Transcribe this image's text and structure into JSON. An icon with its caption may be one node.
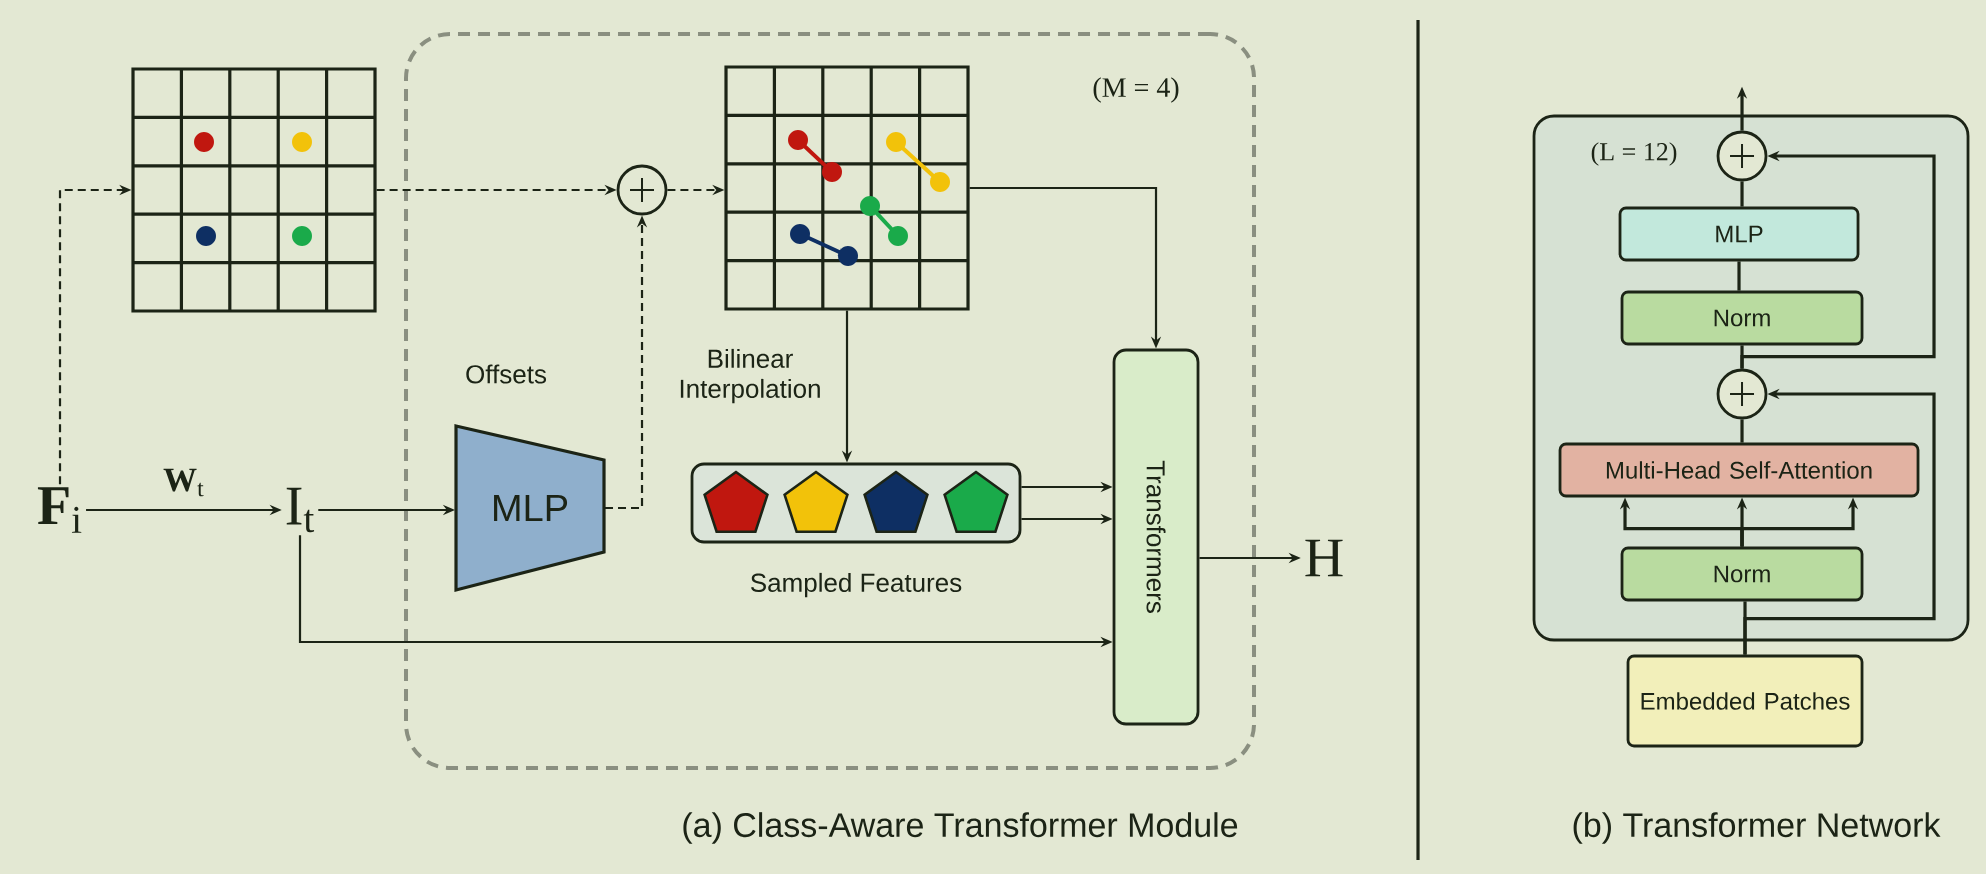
{
  "diagram": {
    "nodes": [
      {
        "text": [
          "**F**$_{i}$"
        ]
      },
      {
        "text": [],
        "shape": "grid"
      },
      {
        "text": [
          "I$_{t}$"
        ]
      },
      {
        "text": [
          "(M = 4)"
        ]
      },
      {
        "text": [],
        "shape": "circle",
        "in": 3
      },
      {
        "text": [
          "MLP"
        ],
        "in": 3
      },
      {
        "text": [],
        "shape": "grid",
        "in": 3
      },
      {
        "text": [],
        "shape": "box",
        "in": 3,
        "beside": [
          "Sampled Features"
        ]
      },
      {
        "text": [
          "Transformers"
        ],
        "in": 3
      },
      {
        "text": [
          "H"
        ]
      },
      {
        "text": [
          "(L = 12)"
        ]
      },
      {
        "text": [],
        "shape": "circle",
        "in": 10
      },
      {
        "text": [
          "MLP"
        ],
        "in": 10
      },
      {
        "text": [
          "Norm"
        ],
        "in": 10
      },
      {
        "text": [],
        "shape": "circle",
        "in": 10
      },
      {
        "text": [
          "Multi-Head Self-Attention"
        ],
        "in": 10
      },
      {
        "text": [
          "Norm"
        ],
        "in": 10
      },
      {
        "text": [
          "Embedded Patches"
        ]
      }
    ],
    "edges": [
      {
        "from": 0,
        "to": 1,
        "arrow": "to",
        "style": "dashed"
      },
      {
        "from": 0,
        "to": 2,
        "arrow": "to",
        "label": "**W**$_{t}$"
      },
      {
        "from": 1,
        "to": 4,
        "arrow": "to",
        "style": "dashed"
      },
      {
        "from": 5,
        "to": 4,
        "arrow": "to",
        "style": "dashed"
      },
      {
        "from": 2,
        "to": 5,
        "arrow": "to"
      },
      {
        "from": 4,
        "to": 6,
        "arrow": "to",
        "style": "dashed"
      },
      {
        "from": 6,
        "to": 7,
        "arrow": "to"
      },
      {
        "from": 6,
        "to": 8,
        "arrow": "to"
      },
      {
        "from": 7,
        "to": 8,
        "arrow": "to"
      },
      {
        "from": 7,
        "to": 8,
        "arrow": "to"
      },
      {
        "from": 2,
        "to": 8,
        "arrow": "to"
      },
      {
        "from": 8,
        "to": 9,
        "arrow": "to"
      },
      {
        "from": 17,
        "to": 16,
        "arrow": "none"
      },
      {
        "from": 17,
        "to": 14,
        "arrow": "to"
      },
      {
        "from": 16,
        "to": 15,
        "arrow": "to"
      },
      {
        "from": 16,
        "to": 15,
        "arrow": "to"
      },
      {
        "from": 16,
        "to": 15,
        "arrow": "to"
      },
      {
        "from": 15,
        "to": 14,
        "arrow": "none"
      },
      {
        "from": 14,
        "to": 13,
        "arrow": "none"
      },
      {
        "from": 14,
        "to": 11,
        "arrow": "to"
      },
      {
        "from": 13,
        "to": 12,
        "arrow": "none"
      },
      {
        "from": 12,
        "to": 11,
        "arrow": "none"
      },
      {
        "from": 11,
        "to": null,
        "arrow": "to"
      }
    ],
    "labels": [
      "Offsets",
      "Bilinear Interpolation",
      "(a) Class-Aware Transformer Module",
      "(b) Transformer Network"
    ]
  }
}
